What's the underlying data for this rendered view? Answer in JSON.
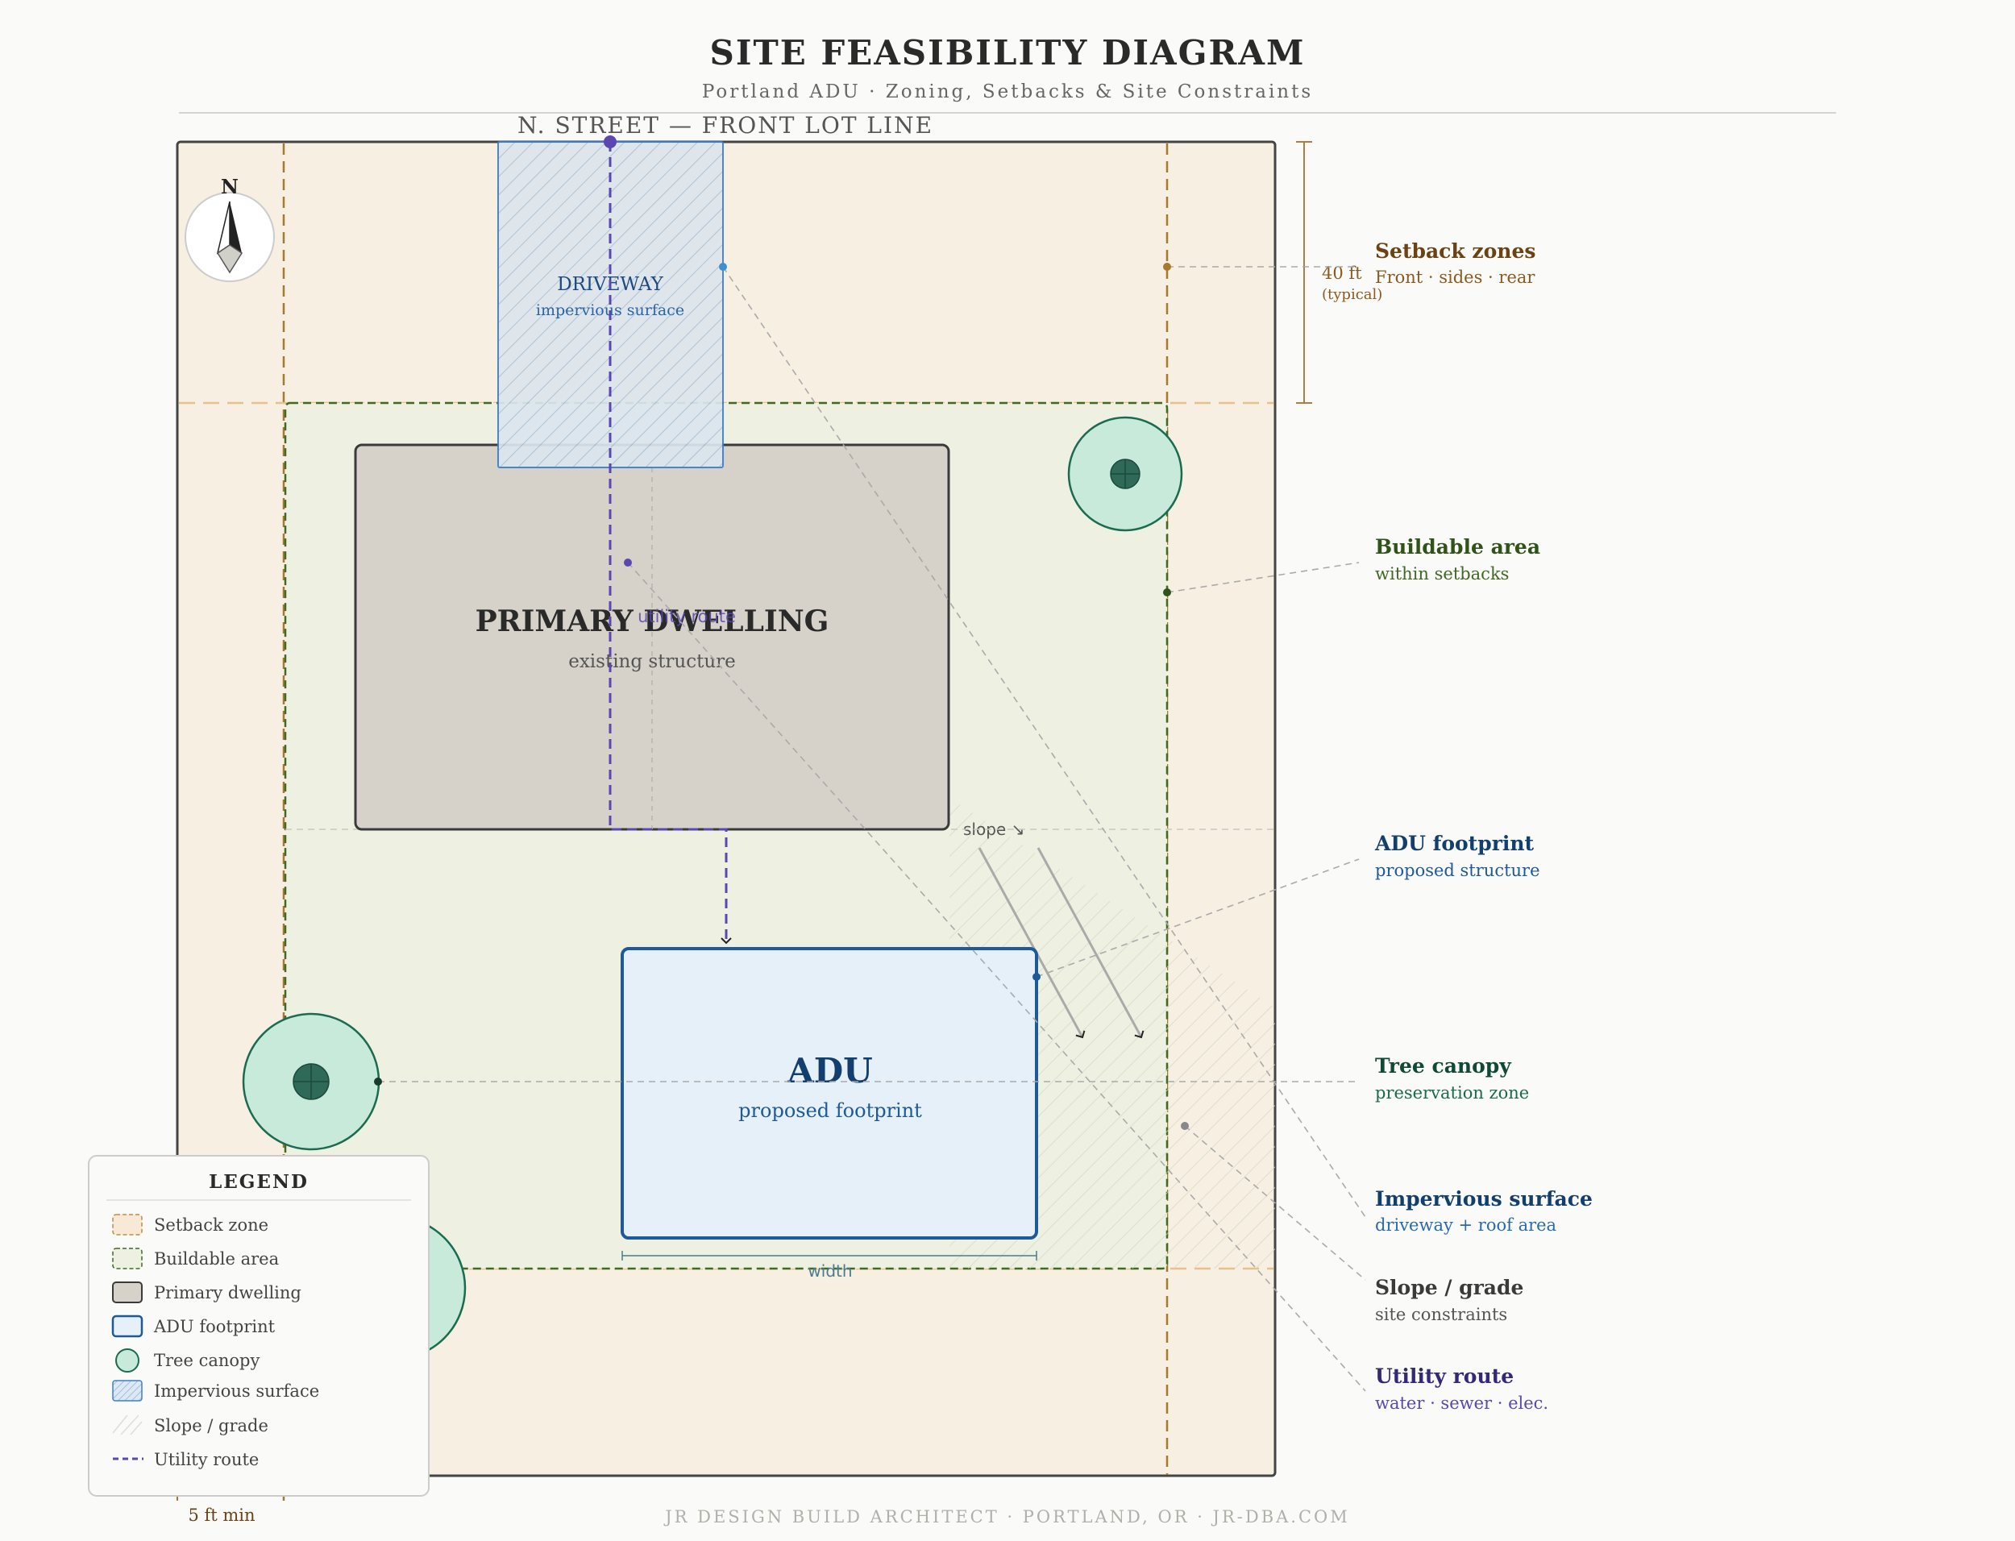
{
  "header": {
    "title": "SITE FEASIBILITY DIAGRAM",
    "subtitle": "Portland ADU · Zoning, Setbacks & Site Constraints"
  },
  "street": {
    "label": "N. STREET — FRONT LOT LINE"
  },
  "compass": {
    "letter": "N"
  },
  "driveway": {
    "title": "DRIVEWAY",
    "subtitle": "impervious surface"
  },
  "primary": {
    "title": "PRIMARY DWELLING",
    "subtitle": "existing structure"
  },
  "utility": {
    "label": "utility route"
  },
  "adu": {
    "title": "ADU",
    "subtitle": "proposed footprint",
    "dimension": "width"
  },
  "slope": {
    "label": "slope ↘"
  },
  "dimensions": {
    "front_setback": "40 ft",
    "front_setback_note": "(typical)",
    "side_setback": "5 ft min"
  },
  "callouts": [
    {
      "title": "Setback zones",
      "subtitle": "Front · sides · rear",
      "color": "#6b4212",
      "subcolor": "#8a5a1f"
    },
    {
      "title": "Buildable area",
      "subtitle": "within setbacks",
      "color": "#2f5318",
      "subcolor": "#3f6a22"
    },
    {
      "title": "ADU footprint",
      "subtitle": "proposed structure",
      "color": "#123f6e",
      "subcolor": "#1e5a97"
    },
    {
      "title": "Tree canopy",
      "subtitle": "preservation zone",
      "color": "#0f4a38",
      "subcolor": "#1a6b50"
    },
    {
      "title": "Impervious surface",
      "subtitle": "driveway + roof area",
      "color": "#123f6e",
      "subcolor": "#2a6bb0"
    },
    {
      "title": "Slope / grade",
      "subtitle": "site constraints",
      "color": "#3a3a3a",
      "subcolor": "#555555"
    },
    {
      "title": "Utility route",
      "subtitle": "water · sewer · elec.",
      "color": "#33287a",
      "subcolor": "#5a48b0"
    }
  ],
  "legend": {
    "title": "LEGEND",
    "items": [
      "Setback zone",
      "Buildable area",
      "Primary dwelling",
      "ADU footprint",
      "Tree canopy",
      "Impervious surface",
      "Slope / grade",
      "Utility route"
    ]
  },
  "footer": {
    "text": "JR DESIGN BUILD ARCHITECT · PORTLAND, OR · JR-DBA.COM"
  },
  "colors": {
    "setback_fill": "#f7efe1",
    "setback_line": "#a8782e",
    "buildable_fill": "#eef0e2",
    "buildable_line": "#3f6a22",
    "dwelling_fill": "#d6d2ca",
    "adu_fill": "#e6f0f8",
    "adu_line": "#1e5a97",
    "tree_fill": "#c8eadb",
    "tree_line": "#1a6b50",
    "utility": "#5a48b0"
  }
}
